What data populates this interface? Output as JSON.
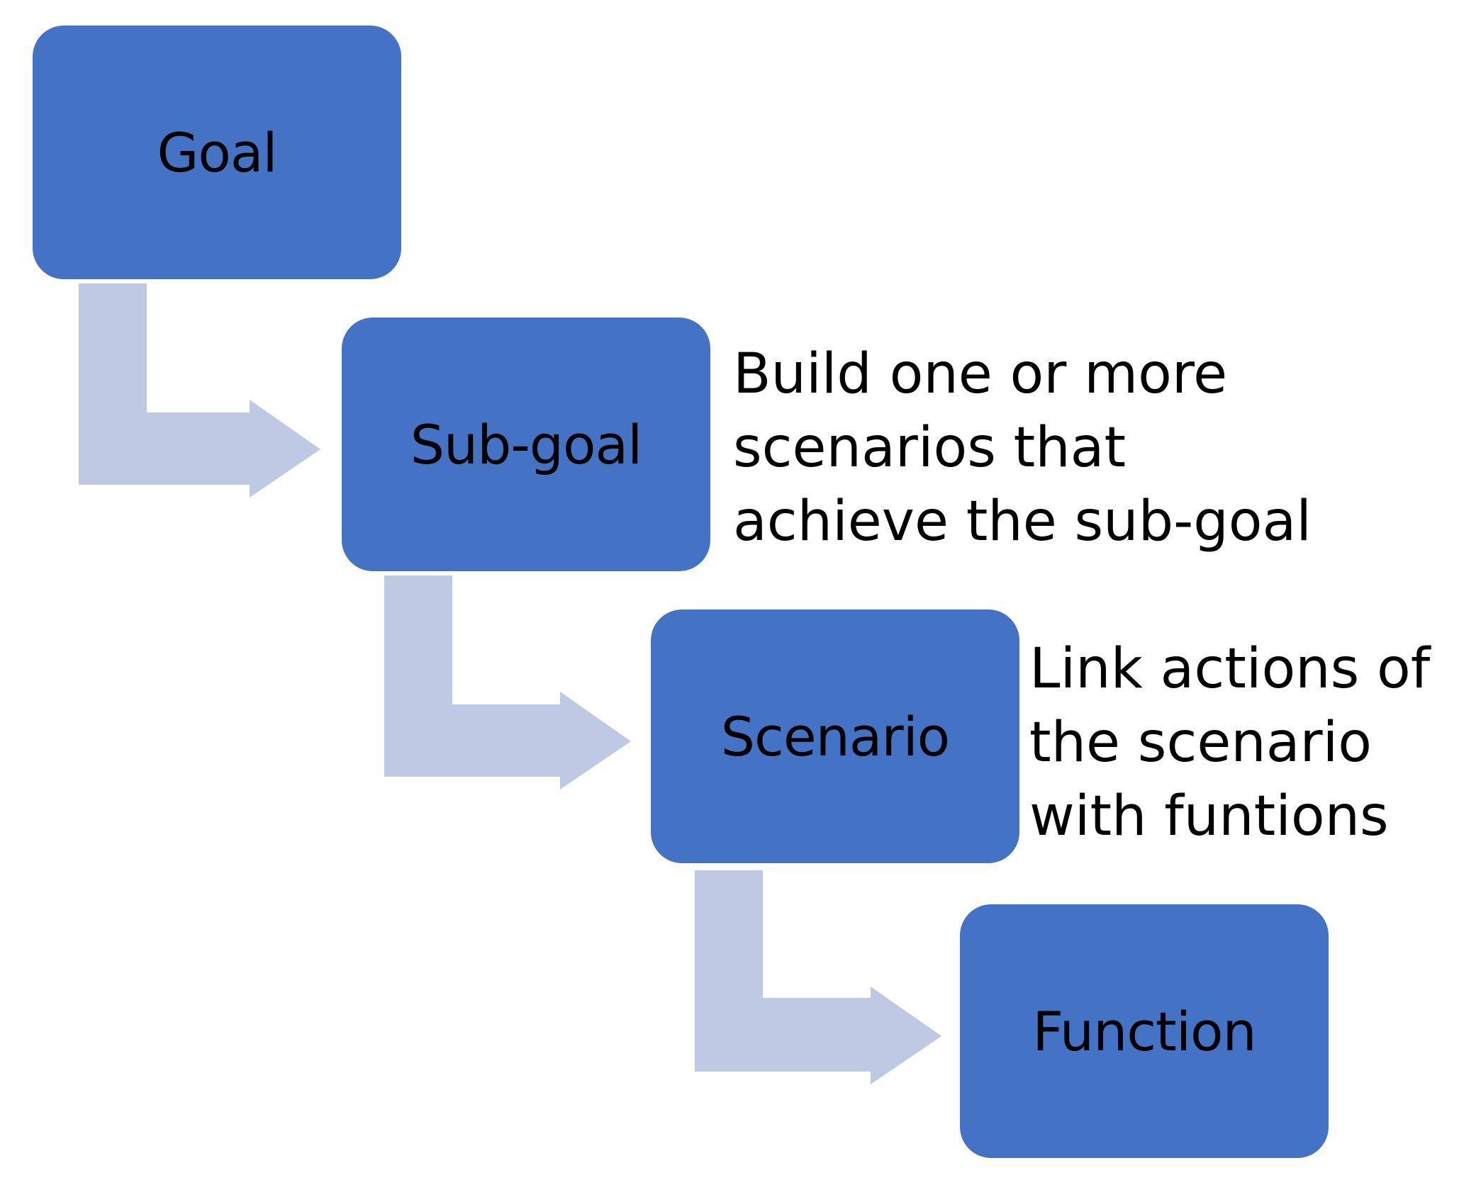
{
  "diagram": {
    "type": "hierarchy-flow",
    "colors": {
      "box_fill": "#4472C4",
      "arrow_fill": "#BFC9E3",
      "text": "#000000",
      "background": "#FFFFFF"
    },
    "boxes": [
      {
        "id": "goal",
        "label": "Goal"
      },
      {
        "id": "subgoal",
        "label": "Sub-goal"
      },
      {
        "id": "scenario",
        "label": "Scenario"
      },
      {
        "id": "function",
        "label": "Function"
      }
    ],
    "annotations": {
      "subgoal": {
        "lines": [
          "Build one or more",
          "scenarios that",
          "achieve the sub-goal"
        ]
      },
      "scenario": {
        "lines": [
          "Link actions of",
          "the scenario",
          "with funtions"
        ]
      }
    },
    "connectors": [
      {
        "from": "goal",
        "to": "subgoal",
        "shape": "bent-arrow"
      },
      {
        "from": "subgoal",
        "to": "scenario",
        "shape": "bent-arrow"
      },
      {
        "from": "scenario",
        "to": "function",
        "shape": "bent-arrow"
      }
    ]
  }
}
